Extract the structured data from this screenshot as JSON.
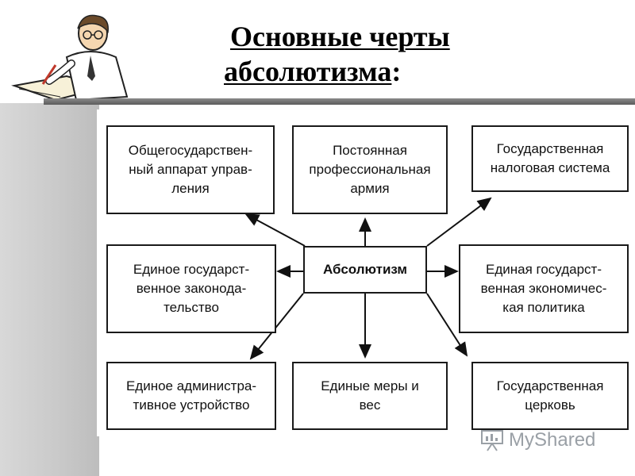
{
  "title": {
    "line1": "Основные черты",
    "line2": "абсолютизма",
    "line2_suffix": ":"
  },
  "diagram": {
    "center": "Абсолютизм",
    "boxes": {
      "top_left": "Общегосударствен-\nный аппарат управ-\nления",
      "top_center": "Постоянная\nпрофессиональная\nармия",
      "top_right": "Государственная\nналоговая система",
      "mid_left": "Единое государст-\nвенное законода-\nтельство",
      "mid_right": "Единая государст-\nвенная экономичес-\nкая политика",
      "bottom_left": "Единое администра-\nтивное устройство",
      "bottom_center": "Единые меры и\nвес",
      "bottom_right": "Государственная\nцерковь"
    }
  },
  "watermark": {
    "text": "MyShared",
    "icon": "presentation-board-icon"
  },
  "illustration": {
    "icon": "writing-clerk-illustration"
  }
}
